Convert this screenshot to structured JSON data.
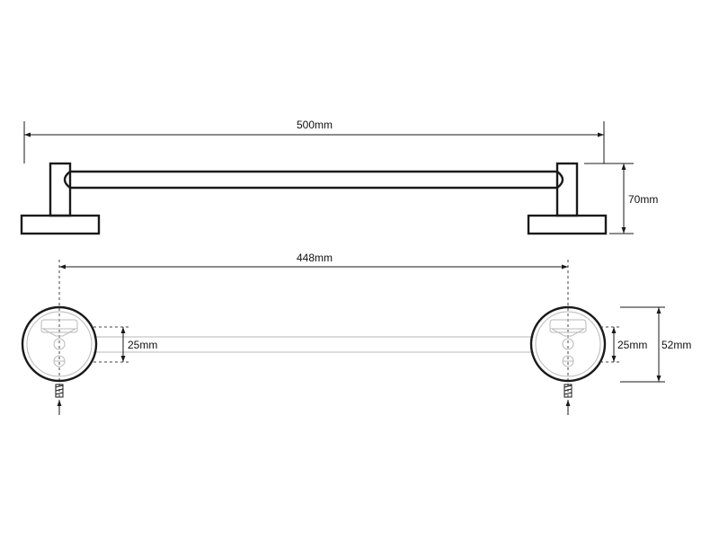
{
  "dimensions": {
    "overall_length": "500mm",
    "height": "70mm",
    "fixing_distance": "448mm",
    "left_fixing_spacing": "25mm",
    "right_fixing_spacing": "25mm",
    "base_diameter": "52mm"
  },
  "colors": {
    "line": "#1a1a1a",
    "hidden_line": "#b8b8b8",
    "background": "#ffffff"
  }
}
